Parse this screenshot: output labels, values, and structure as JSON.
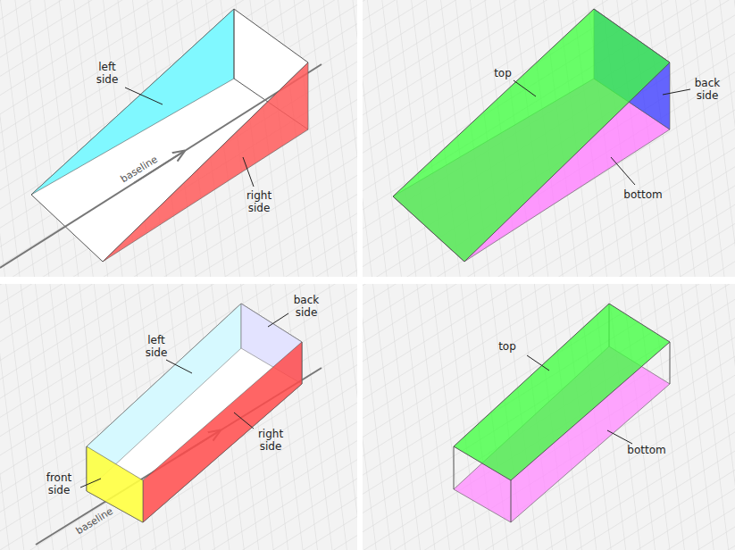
{
  "diagram": {
    "labels": [
      "left side",
      "baseline",
      "right side",
      "top",
      "back side",
      "bottom",
      "back side",
      "left side",
      "right side",
      "front side",
      "baseline",
      "top",
      "bottom"
    ]
  }
}
